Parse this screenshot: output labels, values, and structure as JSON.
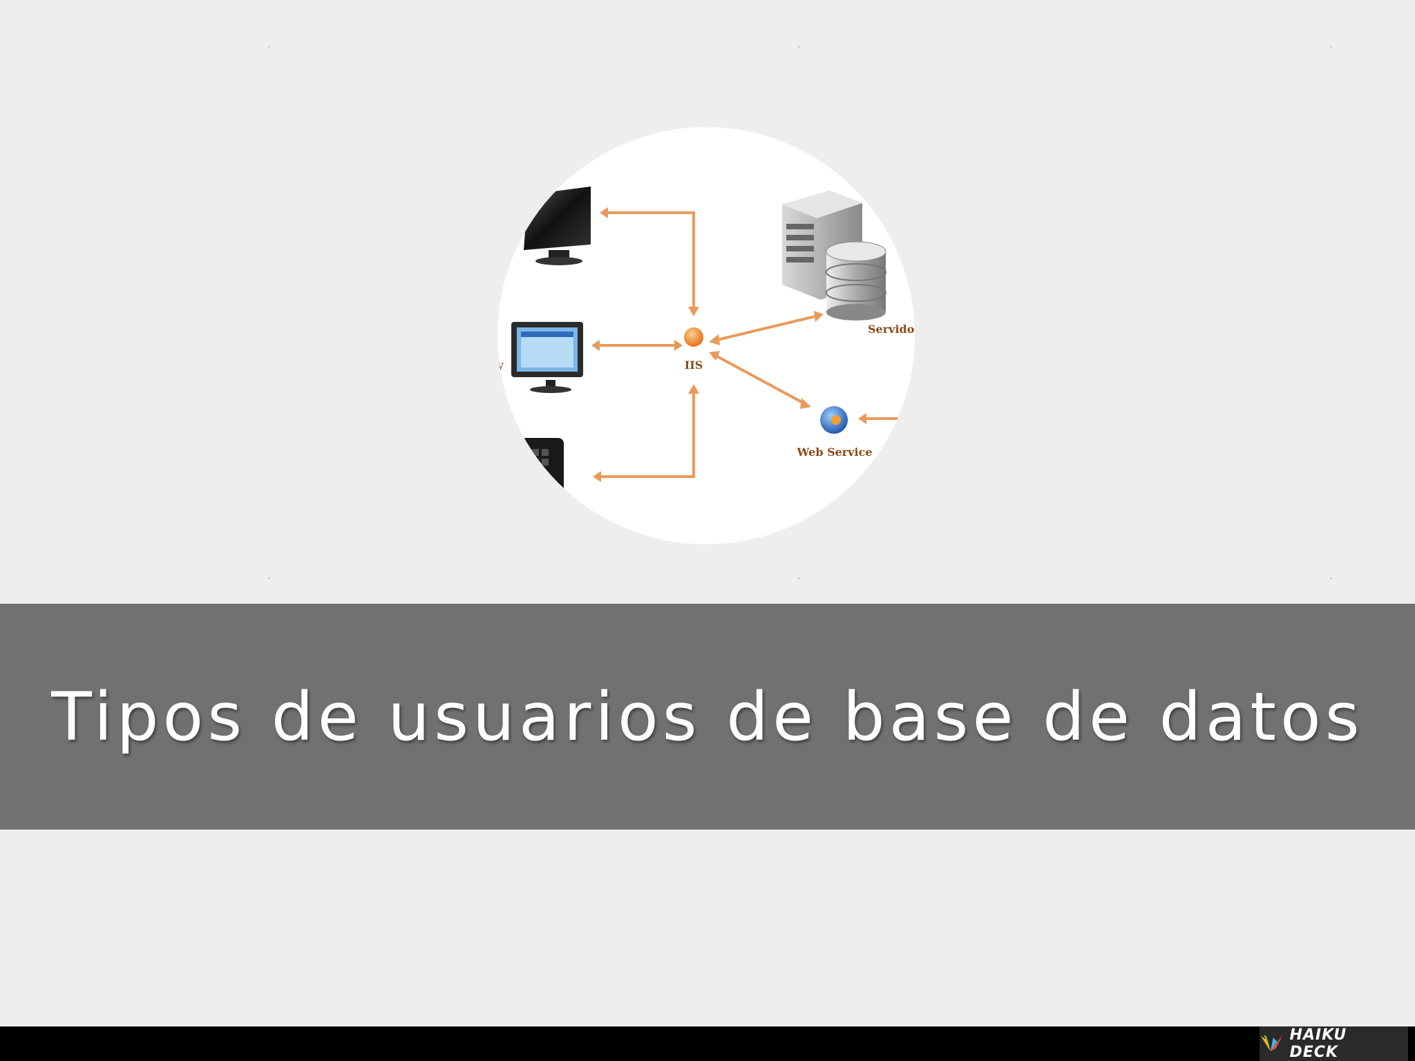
{
  "slide": {
    "title": "Tipos de usuarios de base de datos"
  },
  "diagram": {
    "nodes": {
      "iis": "IIS",
      "server": "Servidor",
      "web_service": "Web Service",
      "left_fragment": "y"
    }
  },
  "branding": {
    "label": "HAIKU DECK"
  },
  "colors": {
    "background": "#f0eeec",
    "band": "#737170",
    "arrow": "#e89a5a",
    "label": "#8a4a14"
  }
}
